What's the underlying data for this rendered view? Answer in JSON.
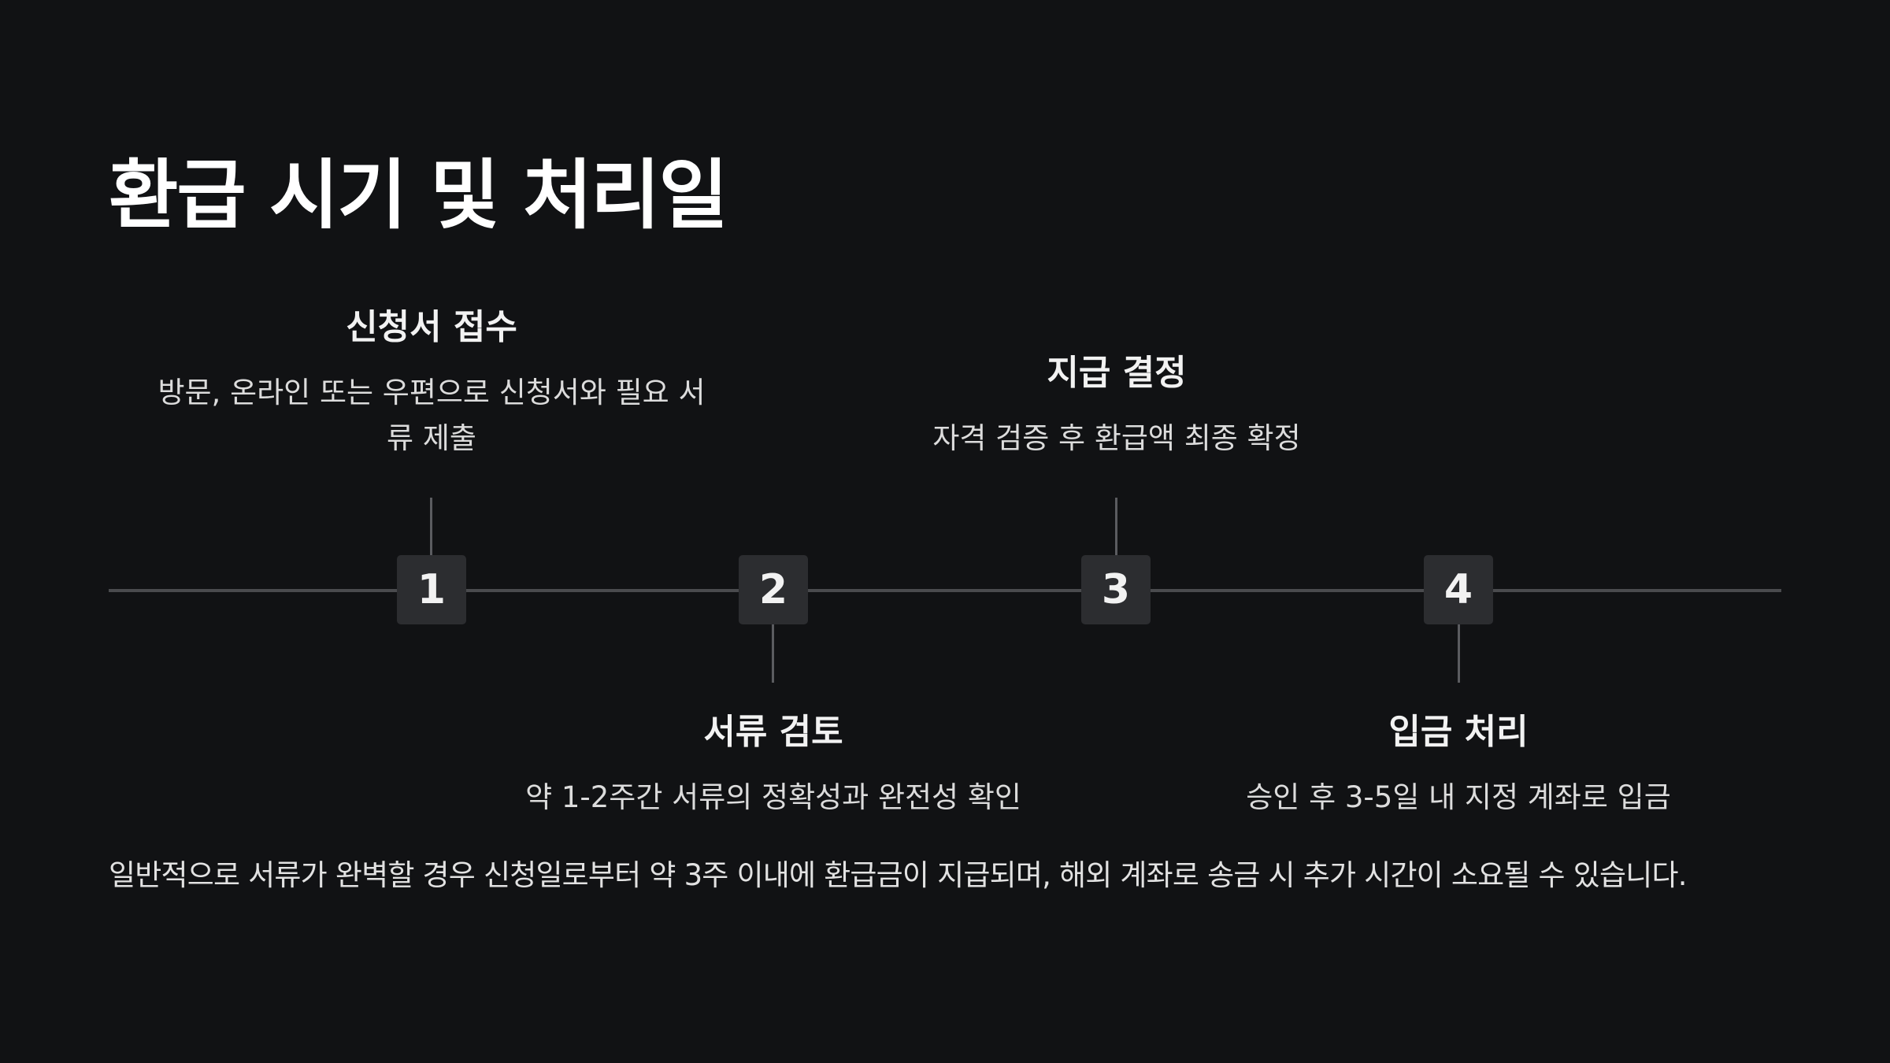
{
  "title": "환급 시기 및 처리일",
  "steps": [
    {
      "number": "1",
      "title": "신청서 접수",
      "description": "방문, 온라인 또는 우편으로 신청서와 필요 서류 제출"
    },
    {
      "number": "2",
      "title": "서류 검토",
      "description": "약 1-2주간 서류의 정확성과 완전성 확인"
    },
    {
      "number": "3",
      "title": "지급 결정",
      "description": "자격 검증 후 환급액 최종 확정"
    },
    {
      "number": "4",
      "title": "입금 처리",
      "description": "승인 후 3-5일 내 지정 계좌로 입금"
    }
  ],
  "footnote": "일반적으로 서류가 완벽할 경우 신청일로부터 약 3주 이내에 환급금이 지급되며, 해외 계좌로 송금 시 추가 시간이 소요될 수 있습니다.",
  "colors": {
    "background": "#111214",
    "marker": "#2c2d30",
    "axis": "#4a4b4e",
    "text": "#ffffff"
  }
}
